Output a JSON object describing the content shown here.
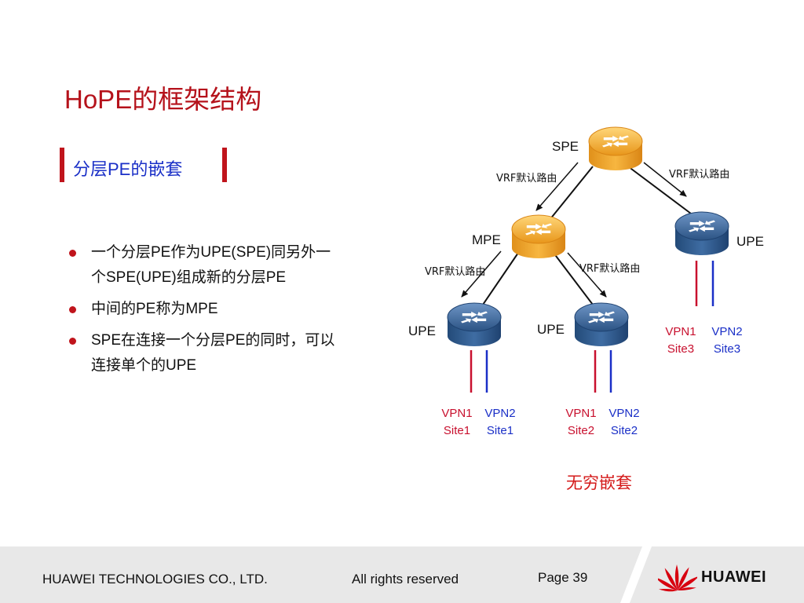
{
  "title": "HoPE的框架结构",
  "subtitle": "分层PE的嵌套",
  "bullets": [
    "一个分层PE作为UPE(SPE)同另外一个SPE(UPE)组成新的分层PE",
    "中间的PE称为MPE",
    "SPE在连接一个分层PE的同时，可以连接单个的UPE"
  ],
  "diagram": {
    "nodes": {
      "spe": "SPE",
      "mpe": "MPE",
      "upe_right": "UPE",
      "upe_left": "UPE",
      "upe_middle": "UPE"
    },
    "route_label": "VRF默认路由",
    "sites": [
      {
        "vpn": "VPN1",
        "site": "Site1"
      },
      {
        "vpn": "VPN2",
        "site": "Site1"
      },
      {
        "vpn": "VPN1",
        "site": "Site2"
      },
      {
        "vpn": "VPN2",
        "site": "Site2"
      },
      {
        "vpn": "VPN1",
        "site": "Site3"
      },
      {
        "vpn": "VPN2",
        "site": "Site3"
      }
    ],
    "caption": "无穷嵌套",
    "colors": {
      "vpn1": "#c8102e",
      "vpn2": "#1a2fc7",
      "orange_router": "#f2a623",
      "blue_router": "#2d5a8c"
    }
  },
  "footer": {
    "company": "HUAWEI TECHNOLOGIES CO., LTD.",
    "rights": "All rights reserved",
    "page": "Page 39",
    "logo_text": "HUAWEI"
  }
}
